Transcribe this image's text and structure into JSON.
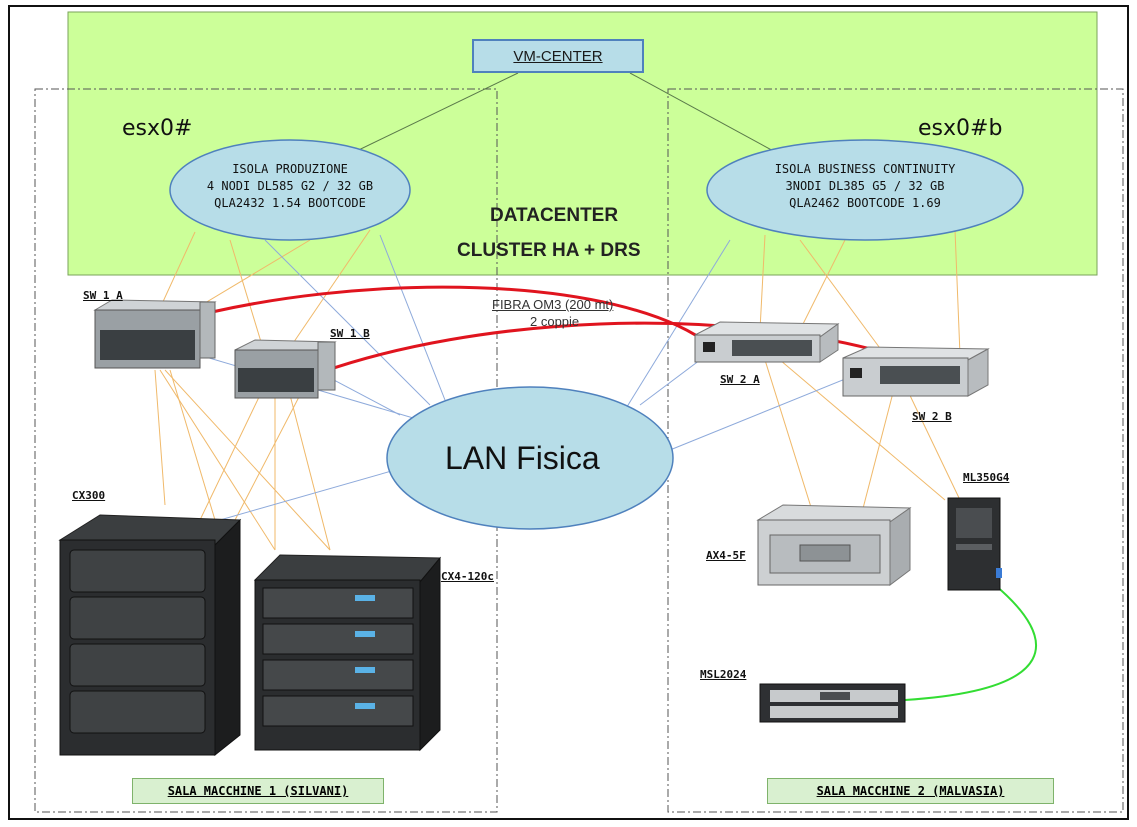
{
  "datacenter": {
    "vm_center": "VM-CENTER",
    "title_line1": "DATACENTER",
    "title_line2": "CLUSTER HA + DRS",
    "bg_color": "#ccff99",
    "host_left": "esx0#",
    "host_right": "esx0#b"
  },
  "islands": {
    "production": {
      "line1": "ISOLA  PRODUZIONE",
      "line2": "4 NODI DL585 G2 / 32 GB",
      "line3": "QLA2432  1.54 BOOTCODE"
    },
    "business": {
      "line1": "ISOLA BUSINESS CONTINUITY",
      "line2": "3NODI DL385 G5 / 32 GB",
      "line3": "QLA2462 BOOTCODE 1.69"
    }
  },
  "switches": {
    "sw1a": "SW 1 A",
    "sw1b": "SW 1 B",
    "sw2a": "SW 2 A",
    "sw2b": "SW 2 B"
  },
  "fiber": {
    "line1": "FIBRA OM3 (200 mt)",
    "line2": "2 coppie",
    "color": "#e0141e"
  },
  "lan": {
    "label": "LAN Fisica",
    "color": "#b7dde8"
  },
  "storage": {
    "cx300": "CX300",
    "cx4": "CX4-120c",
    "ax4": "AX4-5F",
    "ml350": "ML350G4",
    "msl": "MSL2024"
  },
  "rooms": {
    "room1": "SALA MACCHINE 1 (SILVANI)",
    "room2": "SALA MACCHINE 2 (MALVASIA)"
  },
  "colors": {
    "san_line": "#f0b96a",
    "lan_line": "#8eaadb",
    "tape_link": "#33dd33"
  }
}
